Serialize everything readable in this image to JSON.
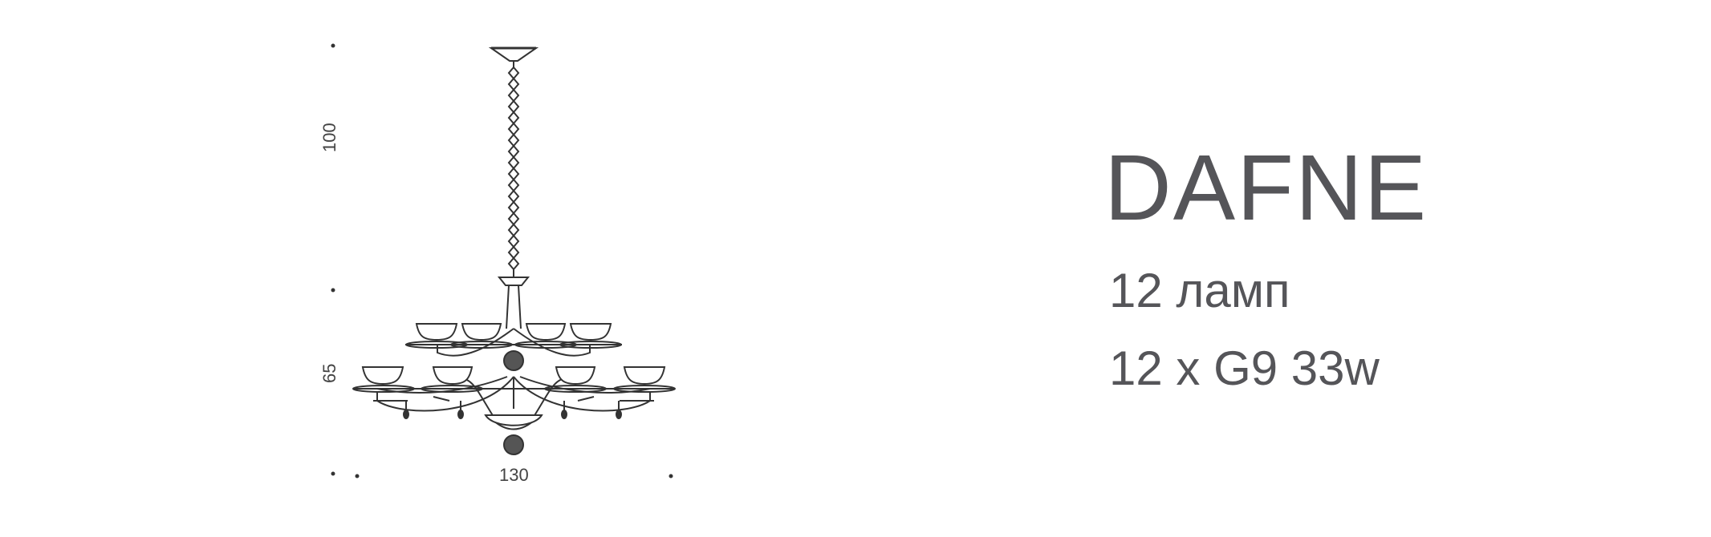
{
  "product": {
    "name": "DAFNE",
    "lamps": "12 ламп",
    "bulbs": "12 x G9 33w"
  },
  "dimensions": {
    "height_upper": "100",
    "height_lower": "65",
    "width": "130"
  },
  "colors": {
    "text": "#555559",
    "drawing": "#333333"
  }
}
